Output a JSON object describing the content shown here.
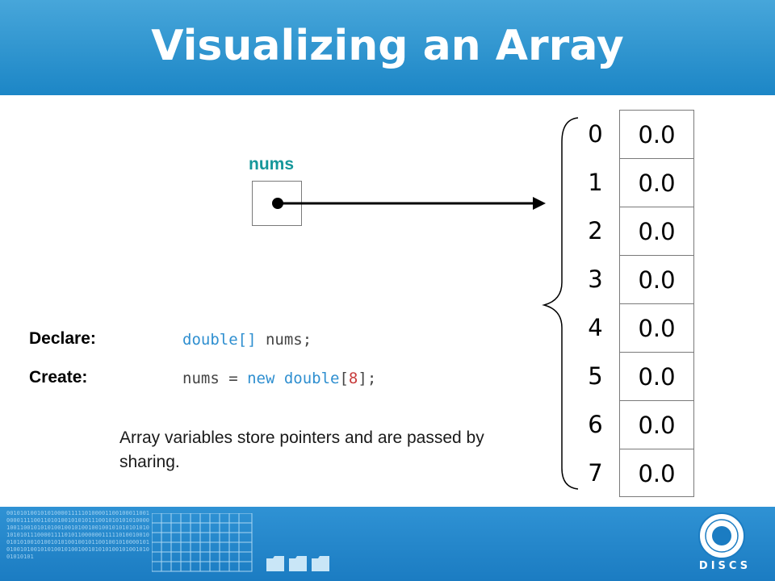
{
  "slide": {
    "title": "Visualizing an Array"
  },
  "variable": {
    "label": "nums"
  },
  "array": {
    "indices": [
      "0",
      "1",
      "2",
      "3",
      "4",
      "5",
      "6",
      "7"
    ],
    "values": [
      "0.0",
      "0.0",
      "0.0",
      "0.0",
      "0.0",
      "0.0",
      "0.0",
      "0.0"
    ]
  },
  "code": {
    "declare_label": "Declare:",
    "declare_type": "double[]",
    "declare_name": " nums;",
    "create_label": "Create:",
    "create_lhs": "nums = ",
    "create_new": "new double",
    "create_open": "[",
    "create_size": "8",
    "create_close": "];"
  },
  "note": {
    "text": "Array variables store pointers and are passed by sharing."
  },
  "footer": {
    "binary_text": "00101010010101000011111010000110010001100100001111001101010010101011100101010101000010011001010101001001010010010010101010101010101011100001111010110000001111101001001001010100101001010100100101100100101000010101001010010101001010010010101010010100101001010101",
    "logo_text": "DISCS"
  },
  "colors": {
    "title_bar": "#1c86c6",
    "variable_label": "#15979a",
    "code_keyword": "#2f8fd0",
    "code_number": "#c83c3c"
  }
}
